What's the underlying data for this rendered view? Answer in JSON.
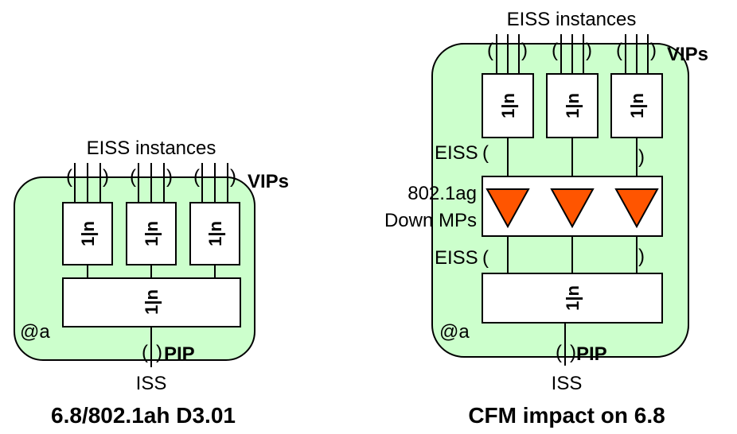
{
  "left_diagram": {
    "top_label": "EISS instances",
    "vips_label": "VIPs",
    "relay_label": "1|n",
    "address_label": "@a",
    "pip_label": "PIP",
    "bottom_label": "ISS",
    "caption": "6.8/802.1ah D3.01"
  },
  "right_diagram": {
    "top_label": "EISS instances",
    "vips_label": "VIPs",
    "relay_label": "1|n",
    "eiss_upper_label": "EISS",
    "eiss_lower_label": "EISS",
    "mp_label_line1": "802.1ag",
    "mp_label_line2": "Down MPs",
    "address_label": "@a",
    "pip_label": "PIP",
    "bottom_label": "ISS",
    "caption": "CFM impact on 6.8"
  },
  "colors": {
    "component_fill": "#ccffcc",
    "mp_triangle": "#ff5500",
    "box_fill": "#ffffff",
    "stroke": "#000000"
  }
}
